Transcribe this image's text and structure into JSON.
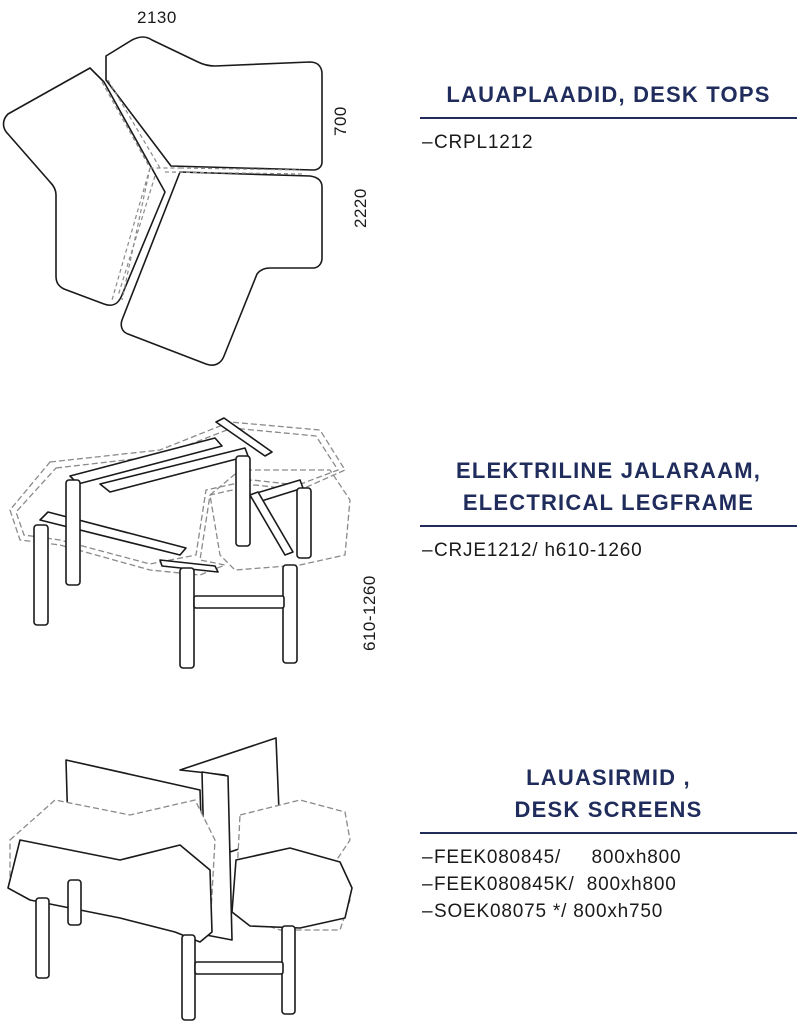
{
  "dimensions": {
    "width": "2130",
    "depth": "700",
    "total": "2220",
    "height_range": "610-1260"
  },
  "sections": [
    {
      "heading": "LAUAPLAADID, DESK TOPS",
      "items": [
        "CRPL1212"
      ]
    },
    {
      "heading_line1": "ELEKTRILINE JALARAAM,",
      "heading_line2": "ELECTRICAL LEGFRAME",
      "items": [
        "CRJE1212/ h610-1260"
      ]
    },
    {
      "heading_line1": "LAUASIRMID ,",
      "heading_line2": "DESK SCREENS",
      "items": [
        "FEEK080845/     800xh800",
        "FEEK080845K/  800xh800",
        "SOEK08075 */ 800xh750"
      ]
    }
  ],
  "colors": {
    "heading": "#1f2c5c",
    "line": "#1a1a1a",
    "dashed": "#8a8a8a"
  }
}
